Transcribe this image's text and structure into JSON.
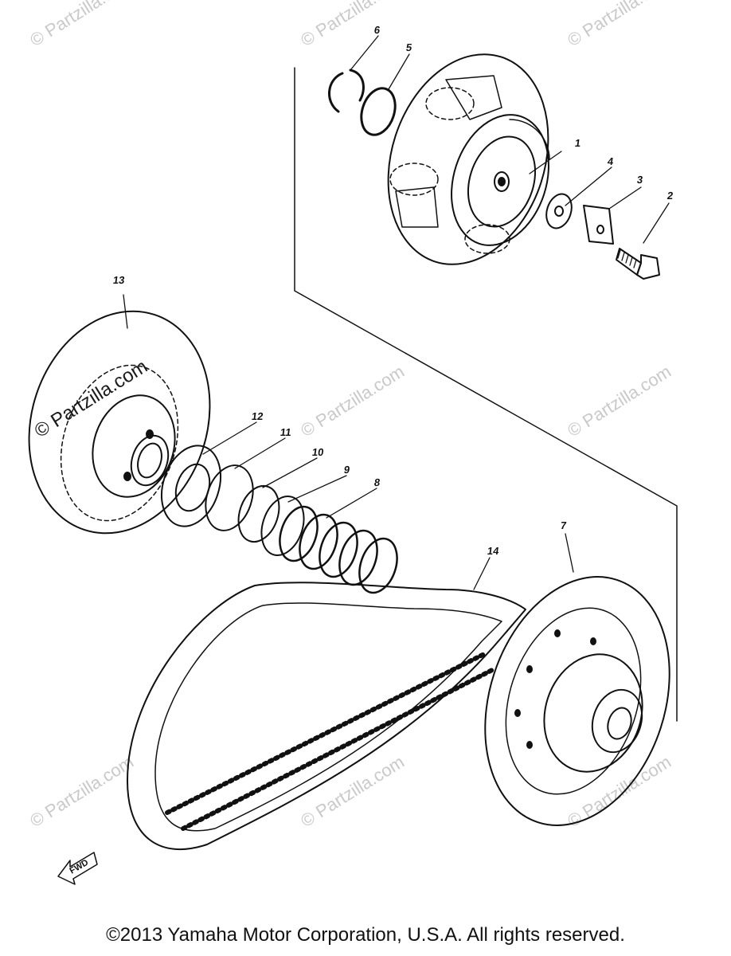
{
  "diagram": {
    "callouts": [
      {
        "id": "1",
        "label": "1"
      },
      {
        "id": "2",
        "label": "2"
      },
      {
        "id": "3",
        "label": "3"
      },
      {
        "id": "4",
        "label": "4"
      },
      {
        "id": "5",
        "label": "5"
      },
      {
        "id": "6",
        "label": "6"
      },
      {
        "id": "7",
        "label": "7"
      },
      {
        "id": "8",
        "label": "8"
      },
      {
        "id": "9",
        "label": "9"
      },
      {
        "id": "10",
        "label": "10"
      },
      {
        "id": "11",
        "label": "11"
      },
      {
        "id": "12",
        "label": "12"
      },
      {
        "id": "13",
        "label": "13"
      },
      {
        "id": "14",
        "label": "14"
      }
    ],
    "fwd_label": "FWD"
  },
  "watermark": {
    "text": "© Partzilla.com",
    "colors": {
      "light": "#c9c9c9",
      "dark": "#1a1a1a"
    }
  },
  "footer": {
    "copyright": "©2013 Yamaha Motor Corporation, U.S.A. All rights reserved."
  }
}
